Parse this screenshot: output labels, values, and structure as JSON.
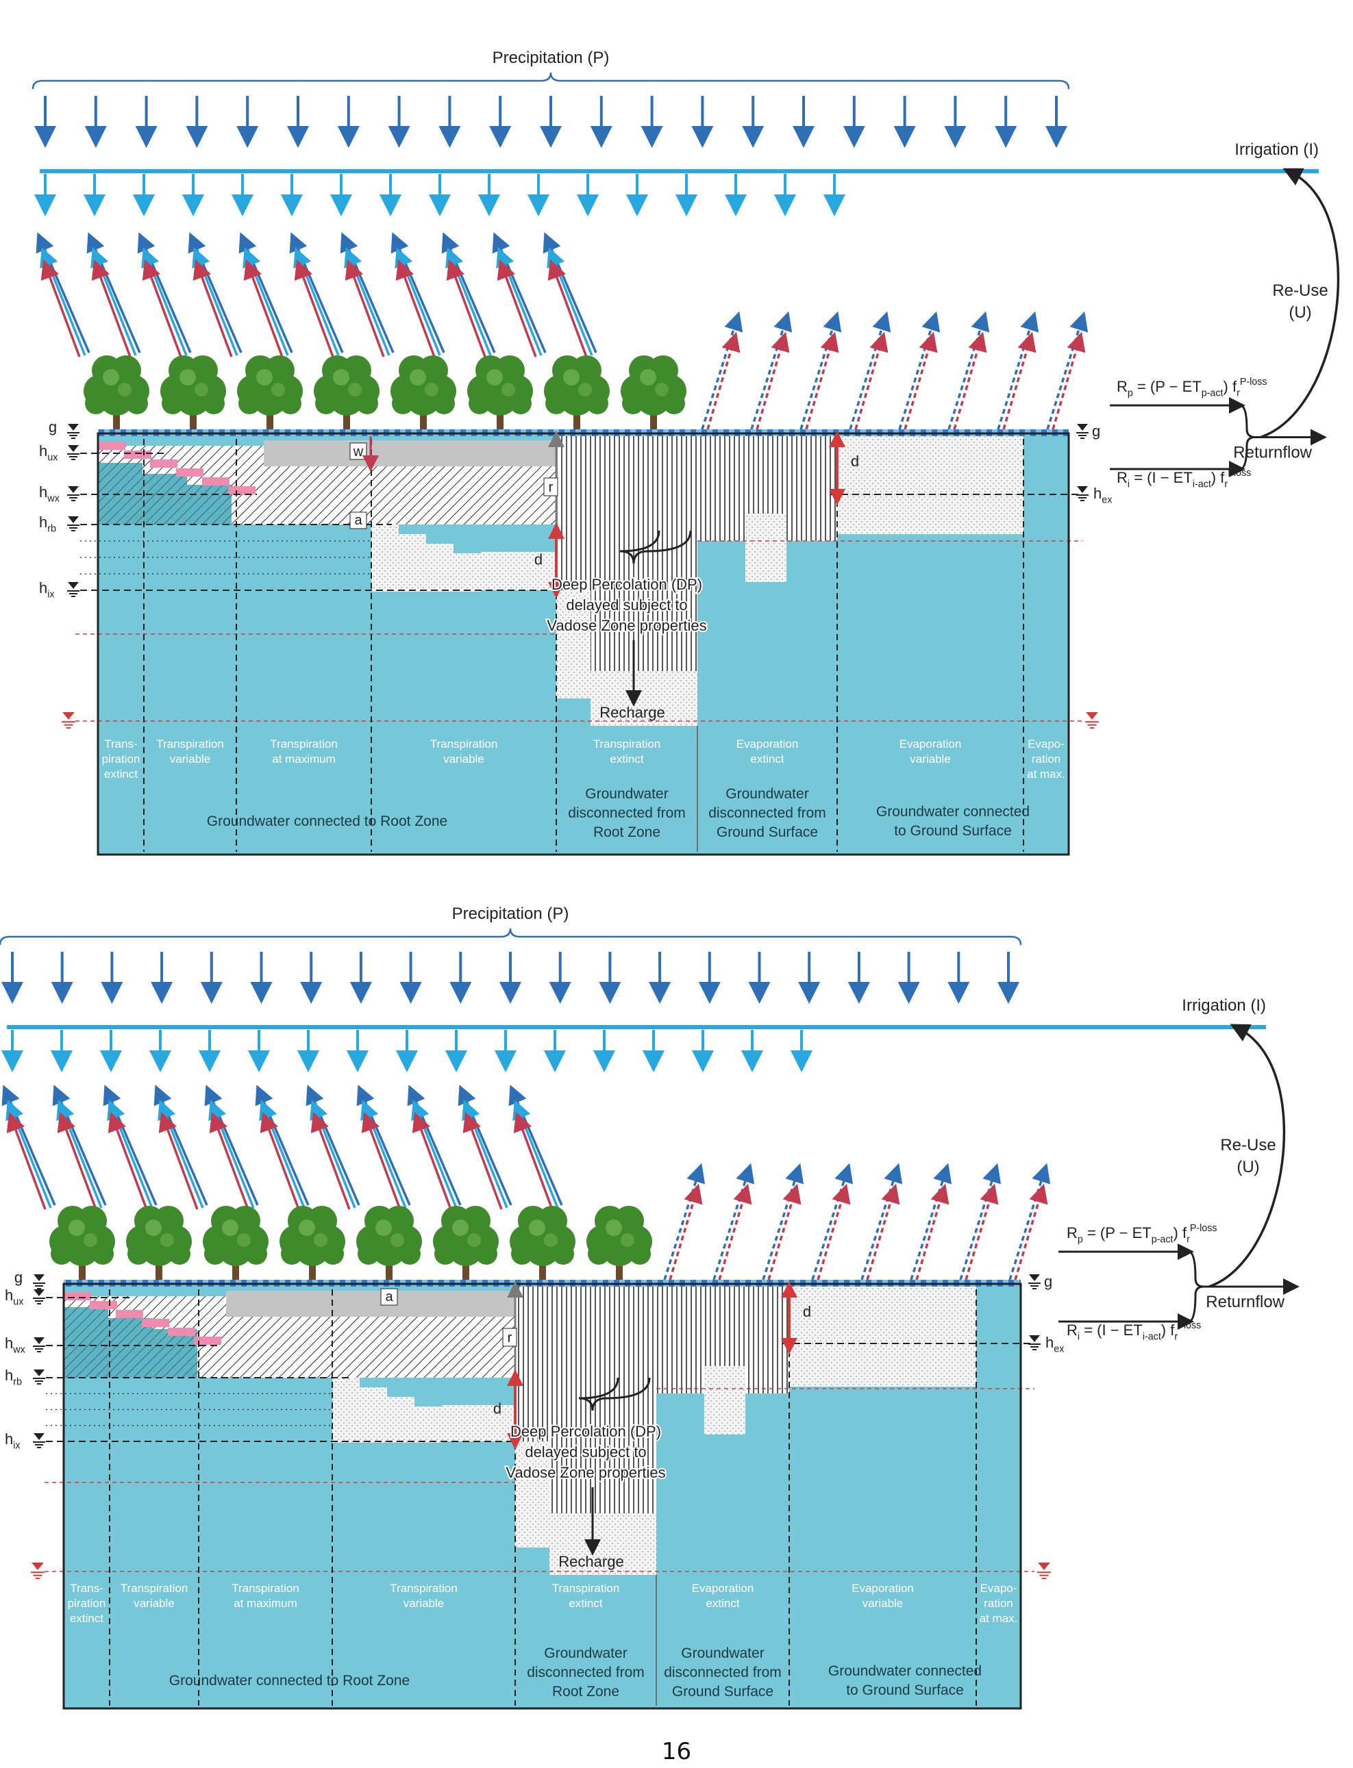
{
  "panels": [
    {
      "precipitation": "Precipitation (P)",
      "irrigation": "Irrigation (I)",
      "reuse_line1": "Re-Use",
      "reuse_line2": "(U)",
      "returnflow": "Returnflow",
      "rp_eq": {
        "lhs": "R",
        "lhs_sub": "p",
        "mid": " = (P − ET",
        "mid_sub": "p-act",
        "close": ") f",
        "f_sub": "r",
        "f_sup": "P-loss"
      },
      "ri_eq": {
        "lhs": "R",
        "lhs_sub": "i",
        "mid": " = (I − ET",
        "mid_sub": "i-act",
        "close": ") f",
        "f_sub": "r",
        "f_sup": "I-loss"
      },
      "levels": {
        "g": "g",
        "hux": "h",
        "hux_sub": "ux",
        "hwx": "h",
        "hwx_sub": "wx",
        "hrb": "h",
        "hrb_sub": "rb",
        "hix": "h",
        "hix_sub": "ix",
        "g_right": "g",
        "hex": "h",
        "hex_sub": "ex"
      },
      "markers": {
        "w": "w",
        "a": "a",
        "r": "r",
        "d_left": "d",
        "d_right": "d"
      },
      "dp": [
        "Deep Percolation (DP)",
        "delayed subject to",
        "Vadose Zone properties"
      ],
      "recharge": "Recharge",
      "zones": [
        [
          "Trans-",
          "piration",
          "extinct"
        ],
        [
          "Transpiration",
          "variable"
        ],
        [
          "Transpiration",
          "at maximum"
        ],
        [
          "Transpiration",
          "variable"
        ],
        [
          "Transpiration",
          "extinct"
        ],
        [
          "Evaporation",
          "extinct"
        ],
        [
          "Evaporation",
          "variable"
        ],
        [
          "Evapo-",
          "ration",
          "at max."
        ]
      ],
      "bottom": {
        "root": "Groundwater connected to Root Zone",
        "disc_root": [
          "Groundwater",
          "disconnected from",
          "Root Zone"
        ],
        "disc_surface": [
          "Groundwater",
          "disconnected from",
          "Ground Surface"
        ],
        "connected_surface": [
          "Groundwater connected",
          "to Ground Surface"
        ]
      }
    },
    {
      "precipitation": "Precipitation (P)",
      "irrigation": "Irrigation (I)",
      "reuse_line1": "Re-Use",
      "reuse_line2": "(U)",
      "returnflow": "Returnflow",
      "rp_eq": {
        "lhs": "R",
        "lhs_sub": "p",
        "mid": " = (P − ET",
        "mid_sub": "p-act",
        "close": ") f",
        "f_sub": "r",
        "f_sup": "P-loss"
      },
      "ri_eq": {
        "lhs": "R",
        "lhs_sub": "i",
        "mid": " = (I − ET",
        "mid_sub": "i-act",
        "close": ") f",
        "f_sub": "r",
        "f_sup": "I-loss"
      },
      "levels": {
        "g": "g",
        "hux": "h",
        "hux_sub": "ux",
        "hwx": "h",
        "hwx_sub": "wx",
        "hrb": "h",
        "hrb_sub": "rb",
        "hix": "h",
        "hix_sub": "ix",
        "g_right": "g",
        "hex": "h",
        "hex_sub": "ex"
      },
      "markers": {
        "w": "",
        "a": "a",
        "r": "r",
        "d_left": "d",
        "d_right": "d"
      },
      "dp": [
        "Deep Percolation (DP)",
        "delayed subject to",
        "Vadose Zone properties"
      ],
      "recharge": "Recharge",
      "zones": [
        [
          "Trans-",
          "piration",
          "extinct"
        ],
        [
          "Transpiration",
          "variable"
        ],
        [
          "Transpiration",
          "at maximum"
        ],
        [
          "Transpiration",
          "variable"
        ],
        [
          "Transpiration",
          "extinct"
        ],
        [
          "Evaporation",
          "extinct"
        ],
        [
          "Evaporation",
          "variable"
        ],
        [
          "Evapo-",
          "ration",
          "at max."
        ]
      ],
      "bottom": {
        "root": "Groundwater connected to Root Zone",
        "disc_root": [
          "Groundwater",
          "disconnected from",
          "Root Zone"
        ],
        "disc_surface": [
          "Groundwater",
          "disconnected from",
          "Ground Surface"
        ],
        "connected_surface": [
          "Groundwater connected",
          "to Ground Surface"
        ]
      }
    }
  ],
  "page_number": "16",
  "colors": {
    "precip": "#2f6fb5",
    "irrigation": "#29a8e0",
    "et_red": "#c23b4e",
    "groundwater": "#76c8d8",
    "pink": "#f08bb0",
    "gray": "#c4c4c4",
    "surface": "#2a7bd0",
    "redline": "#d43a3a",
    "tree": "#3f8a2a"
  }
}
